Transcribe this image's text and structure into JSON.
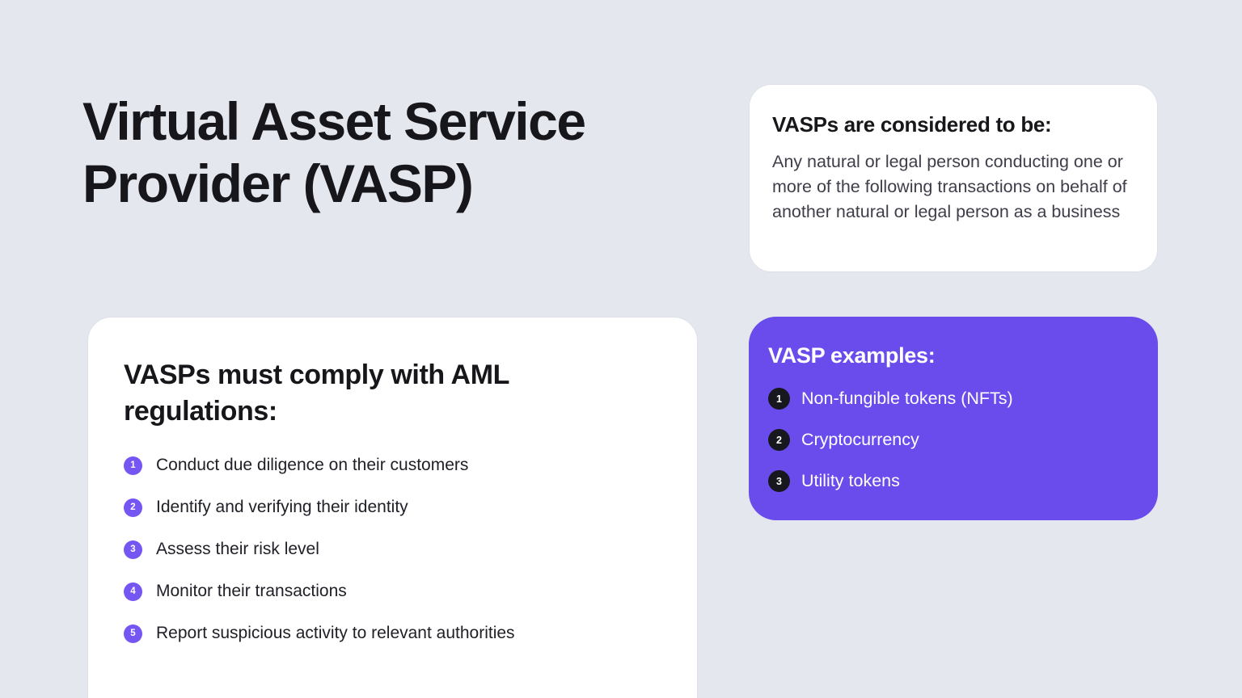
{
  "colors": {
    "background": "#E5E7EF",
    "card_white": "#FFFFFF",
    "card_purple": "#6A4CEC",
    "badge_purple": "#7656F2",
    "badge_dark": "#17171E",
    "heading_text": "#17171B",
    "body_text": "#3E3E4A"
  },
  "title": {
    "line1": "Virtual Asset Service",
    "line2": "Provider (VASP)"
  },
  "cards": {
    "considered": {
      "heading": "VASPs are considered to be:",
      "body": "Any natural or legal person conducting one or more of the following transactions on behalf of another natural or legal person as a business"
    },
    "regulations": {
      "heading_line1": "VASPs must comply with AML",
      "heading_line2": "regulations:",
      "items": [
        {
          "number": "1",
          "text": "Conduct due diligence on their customers"
        },
        {
          "number": "2",
          "text": "Identify and verifying their identity"
        },
        {
          "number": "3",
          "text": "Assess their risk level"
        },
        {
          "number": "4",
          "text": "Monitor their transactions"
        },
        {
          "number": "5",
          "text": "Report suspicious activity to relevant authorities"
        }
      ]
    },
    "examples": {
      "heading": "VASP examples:",
      "items": [
        {
          "number": "1",
          "text": "Non-fungible tokens (NFTs)"
        },
        {
          "number": "2",
          "text": "Cryptocurrency"
        },
        {
          "number": "3",
          "text": "Utility tokens"
        }
      ]
    }
  }
}
